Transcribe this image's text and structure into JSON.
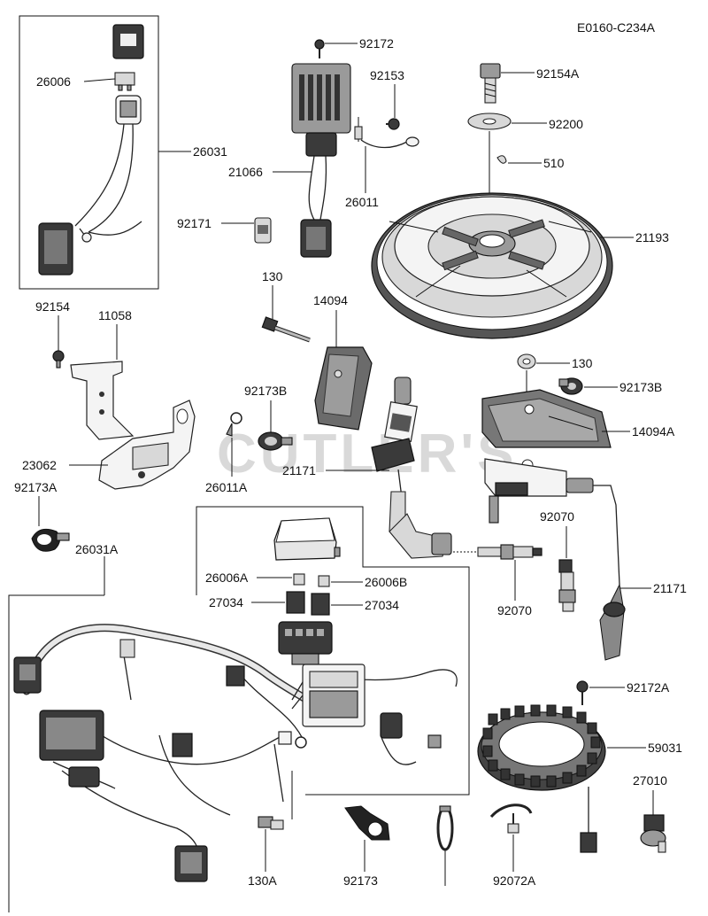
{
  "diagram_code": "E0160-C234A",
  "watermark": "CUTLER'S",
  "labels": {
    "p92172": "92172",
    "p26006": "26006",
    "p92153": "92153",
    "p92154A": "92154A",
    "p92200": "92200",
    "p26031": "26031",
    "p21066": "21066",
    "p510": "510",
    "p26011": "26011",
    "p92171": "92171",
    "p21193": "21193",
    "p130a": "130",
    "p14094": "14094",
    "p92154": "92154",
    "p11058": "11058",
    "p130b": "130",
    "p92173B_a": "92173B",
    "p92173B_b": "92173B",
    "p14094A": "14094A",
    "p23062": "23062",
    "p26011A": "26011A",
    "p21171_a": "21171",
    "p92173A": "92173A",
    "p92070_a": "92070",
    "p26031A": "26031A",
    "p26006A": "26006A",
    "p26006B": "26006B",
    "p27034_a": "27034",
    "p27034_b": "27034",
    "p92070_b": "92070",
    "p21171_b": "21171",
    "p92172A": "92172A",
    "p59031": "59031",
    "p27010": "27010",
    "p130A": "130A",
    "p92173": "92173",
    "p92072A": "92072A"
  }
}
